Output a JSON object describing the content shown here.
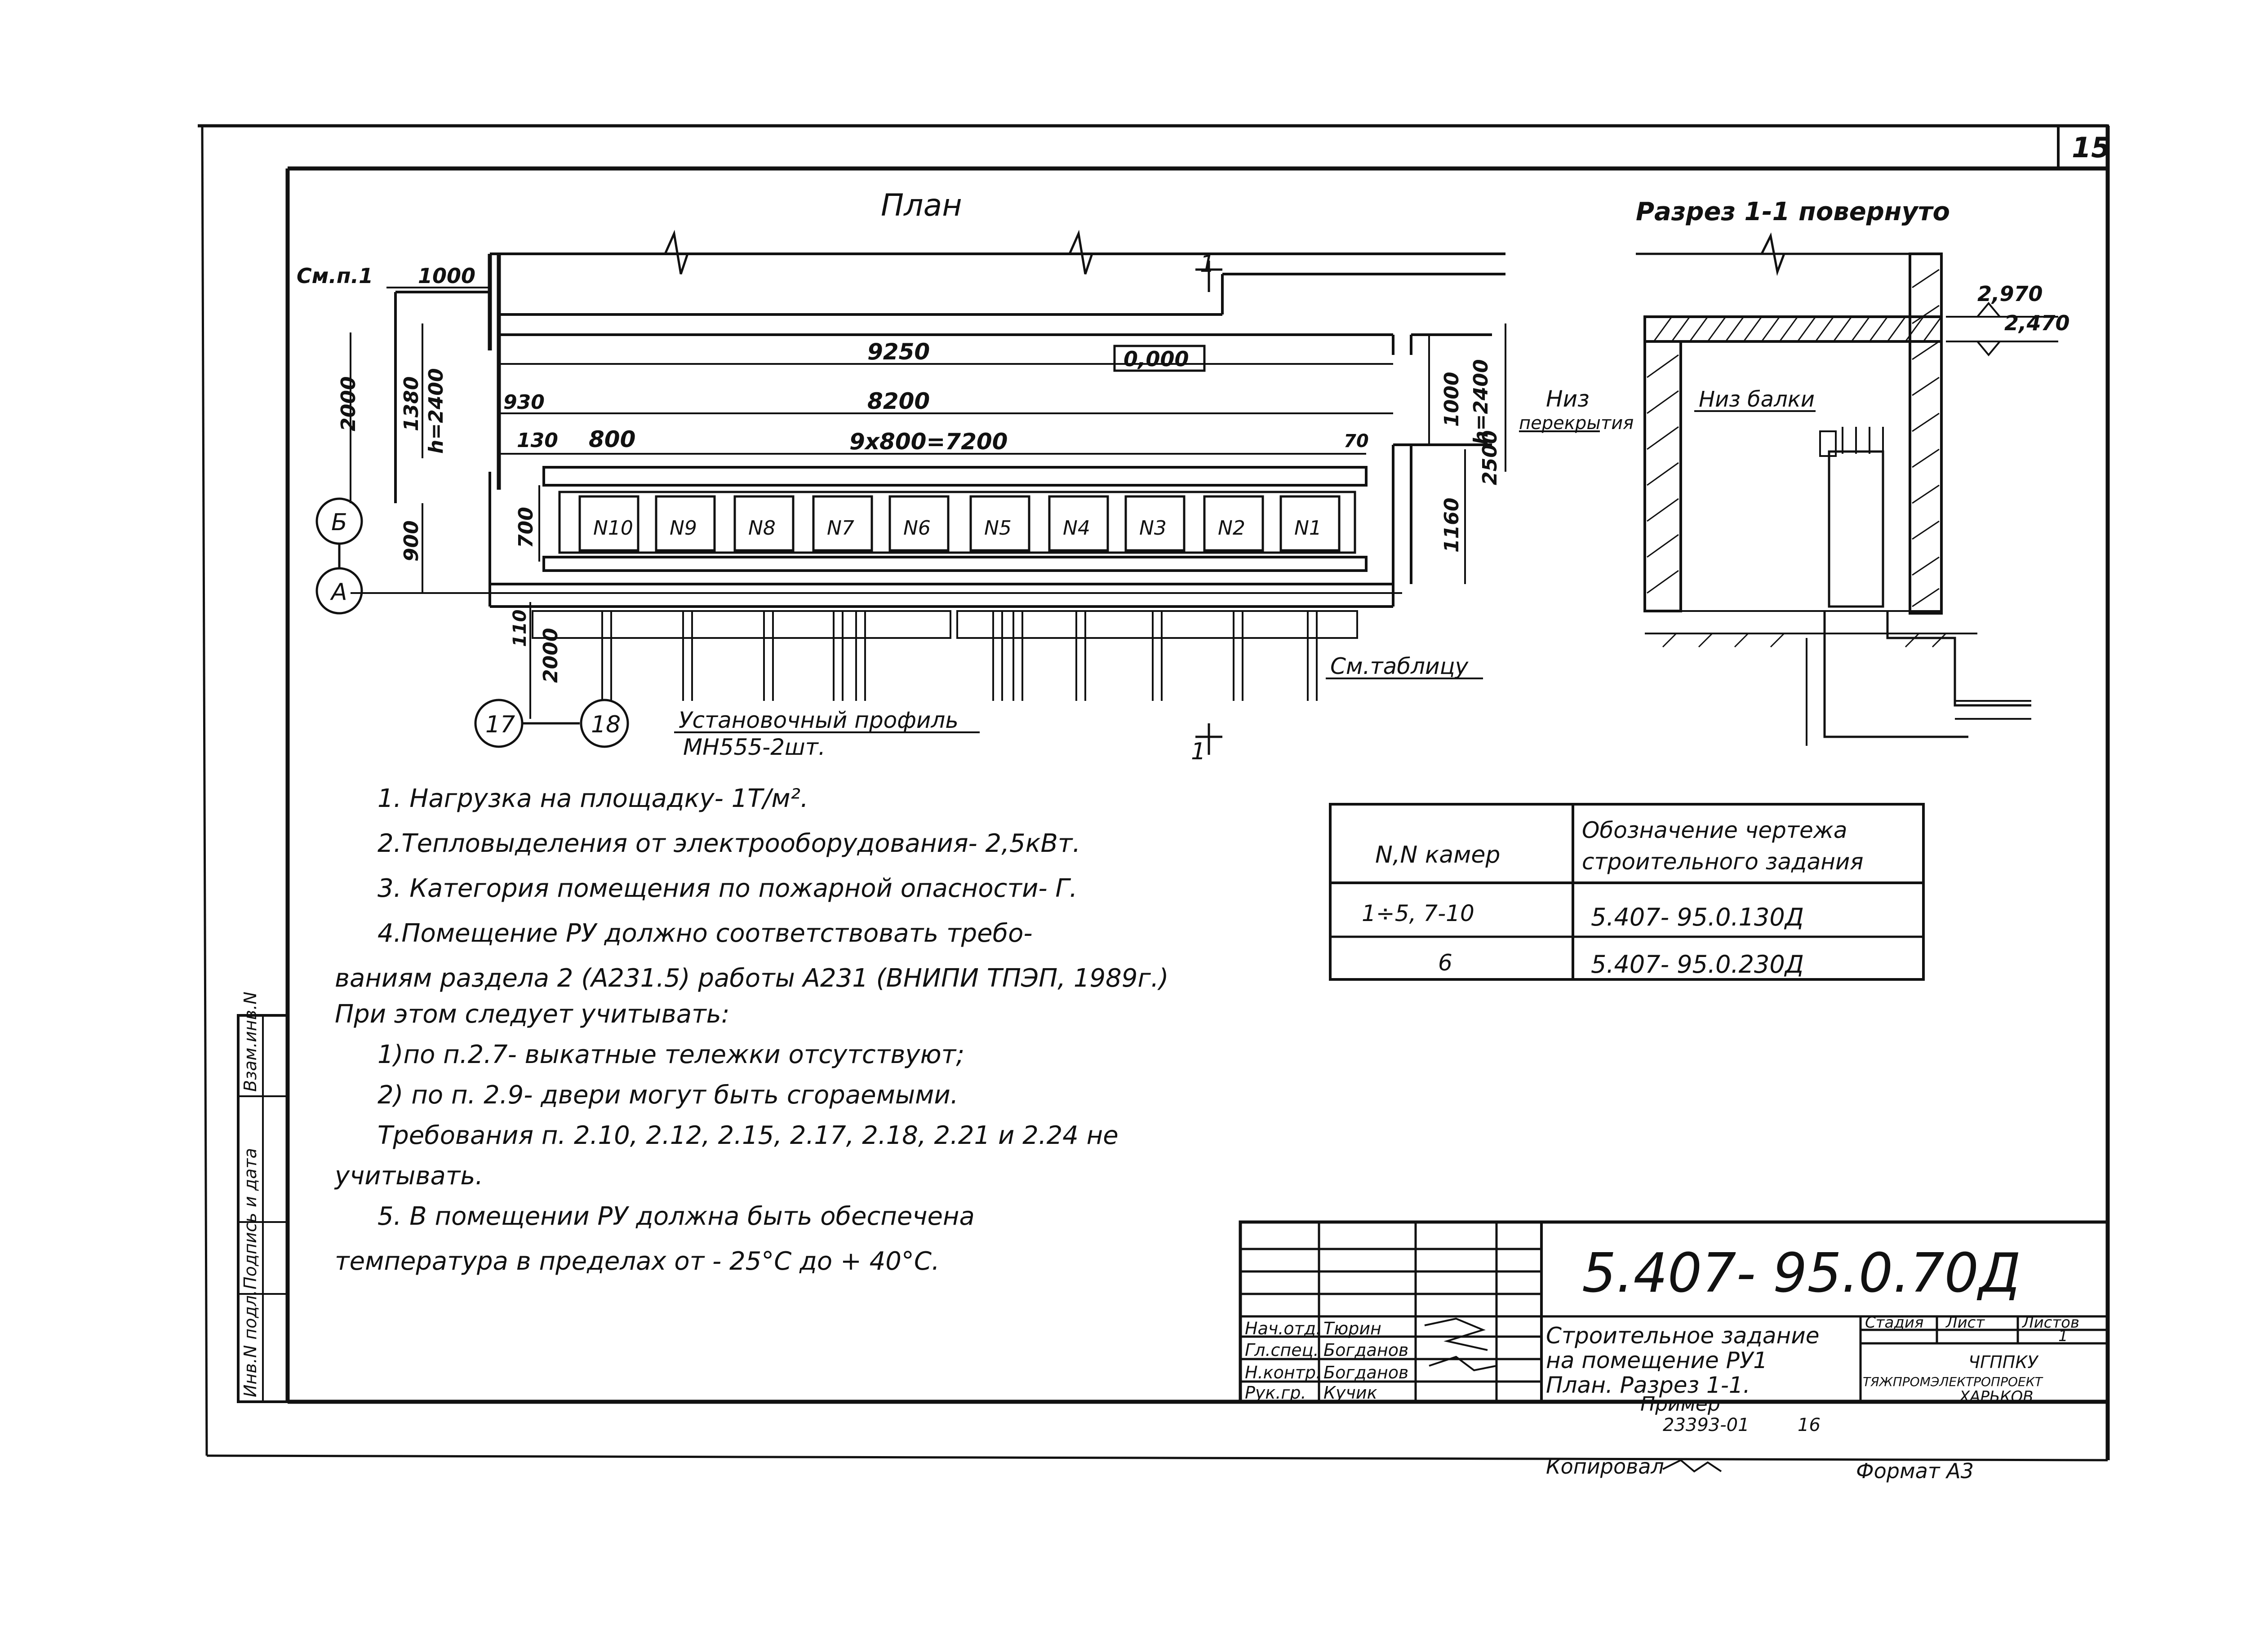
{
  "sheet_number": "15",
  "plan": {
    "title": "План",
    "dims": {
      "d1000_top": "1000",
      "see_note": "См.п.1",
      "d2000_left": "2000",
      "d1380": "1380",
      "h2400_left": "h=2400",
      "d900": "900",
      "d9250": "9250",
      "elevation": "0,000",
      "d930": "930",
      "d8200": "8200",
      "d130": "130",
      "d800": "800",
      "d9x800": "9x800=7200",
      "d70": "70",
      "d700": "700",
      "d1000_right": "1000",
      "h2400_right": "h=2400",
      "d2500": "2500",
      "d1160": "1160",
      "d110": "110",
      "d2000_bottom": "2000"
    },
    "axes": {
      "b": "Б",
      "a": "А",
      "a17": "17",
      "a18": "18"
    },
    "section_mark": "1",
    "cells": [
      "N10",
      "N9",
      "N8",
      "N7",
      "N6",
      "N5",
      "N4",
      "N3",
      "N2",
      "N1"
    ],
    "see_table": "См.таблицу",
    "profile_line1": "Установочный профиль",
    "profile_line2": "МН555-2шт."
  },
  "section": {
    "title": "Разрез 1-1 повернуто",
    "d2970": "2,970",
    "d2470": "2,470",
    "bottom_slab_1": "Низ",
    "bottom_slab_2": "перекрытия",
    "bottom_beam": "Низ балки"
  },
  "notes": {
    "n1": "1. Нагрузка на площадку- 1Т/м².",
    "n2": "2.Тепловыделения от электрооборудования- 2,5кВт.",
    "n3": "3. Категория помещения по пожарной опасности- Г.",
    "n4a": "4.Помещение РУ должно соответствовать требо-",
    "n4b": "ваниям раздела 2 (А231.5) работы А231 (ВНИПИ ТПЭП, 1989г.)",
    "n4c": "При этом следует учитывать:",
    "n4d": "1)по п.2.7- выкатные тележки отсутствуют;",
    "n4e": "2) по п. 2.9- двери могут быть сгораемыми.",
    "n4f": "Требования п. 2.10, 2.12, 2.15, 2.17, 2.18, 2.21 и 2.24 не",
    "n4g": "учитывать.",
    "n5a": "5. В помещении РУ должна быть обеспечена",
    "n5b": "температура в пределах от - 25°С до + 40°С."
  },
  "table": {
    "col1": "N,N камер",
    "col2_line1": "Обозначение чертежа",
    "col2_line2": "строительного задания",
    "rows": [
      {
        "cams": "1÷5, 7-10",
        "doc": "5.407- 95.0.130Д"
      },
      {
        "cams": "6",
        "doc": "5.407- 95.0.230Д"
      }
    ]
  },
  "stamp": {
    "code": "5.407- 95.0.70Д",
    "title1": "Строительное задание",
    "title2": "на помещение РУ1",
    "title3": "План. Разрез 1-1.",
    "title4": "Пример",
    "stage_label": "Стадия",
    "sheet_label": "Лист",
    "sheets_label": "Листов",
    "sheet_value": "1",
    "org1": "ЧГППКУ",
    "org2": "ТЯЖПРОМЭЛЕКТРОПРОЕКТ",
    "org3": "ХАРЬКОВ",
    "people": [
      {
        "role": "Нач.отд.",
        "name": "Тюрин"
      },
      {
        "role": "Гл.спец.",
        "name": "Богданов"
      },
      {
        "role": "Н.контр.",
        "name": "Богданов"
      },
      {
        "role": "Рук.гр.",
        "name": "Кучик"
      }
    ],
    "archive": "23393-01",
    "archive_sheet": "16",
    "copied": "Копировал",
    "format": "Формат А3"
  },
  "side_stamp": [
    "Инв.N подл.",
    "Подпись и дата",
    "Взам.инв.N"
  ]
}
